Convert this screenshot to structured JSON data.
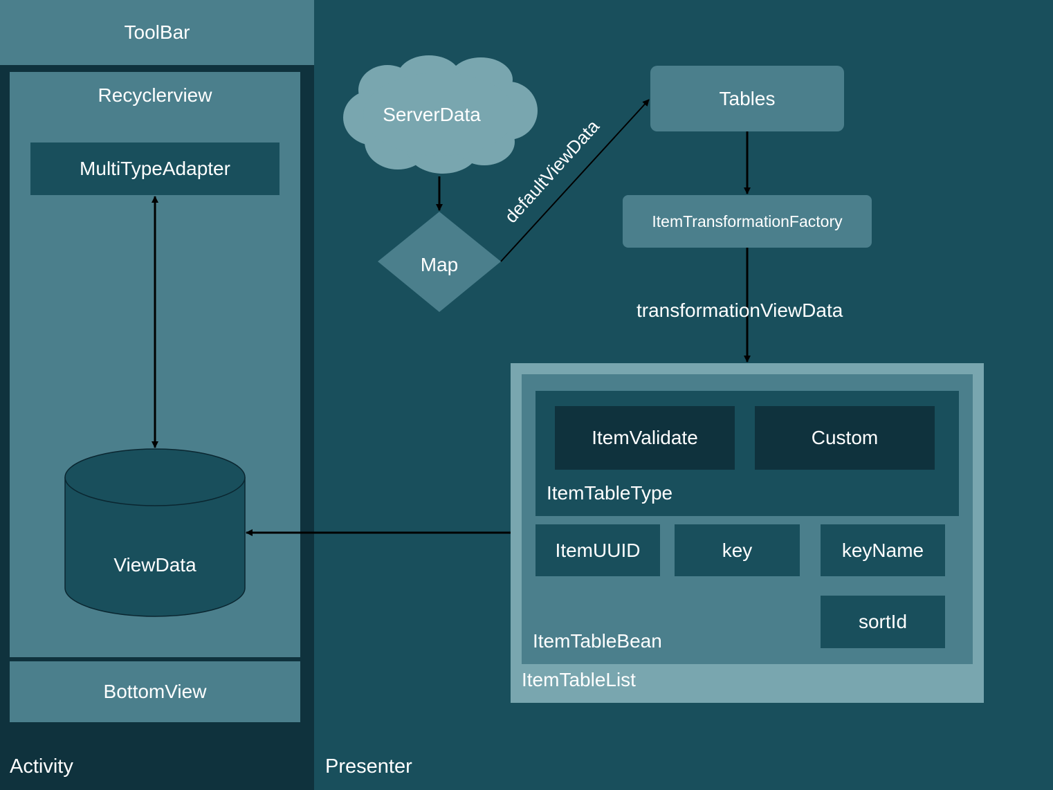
{
  "labels": {
    "toolbar": "ToolBar",
    "recyclerview": "Recyclerview",
    "multitype_adapter": "MultiTypeAdapter",
    "view_data": "ViewData",
    "bottom_view": "BottomView",
    "activity": "Activity",
    "presenter": "Presenter",
    "server_data": "ServerData",
    "map": "Map",
    "default_view_data": "defaultViewData",
    "tables": "Tables",
    "item_transformation_factory": "ItemTransformationFactory",
    "transformation_view_data": "transformationViewData",
    "item_validate": "ItemValidate",
    "custom": "Custom",
    "item_table_type": "ItemTableType",
    "item_uuid": "ItemUUID",
    "key": "key",
    "key_name": "keyName",
    "sort_id": "sortId",
    "item_table_bean": "ItemTableBean",
    "item_table_list": "ItemTableList"
  },
  "colors": {
    "activity_bg": "#0f323d",
    "presenter_bg": "#194f5c",
    "mid_teal": "#4b7f8c",
    "light_teal": "#79a6af",
    "dark_box": "#0f323d",
    "text": "#ffffff",
    "arrow": "#000000"
  }
}
